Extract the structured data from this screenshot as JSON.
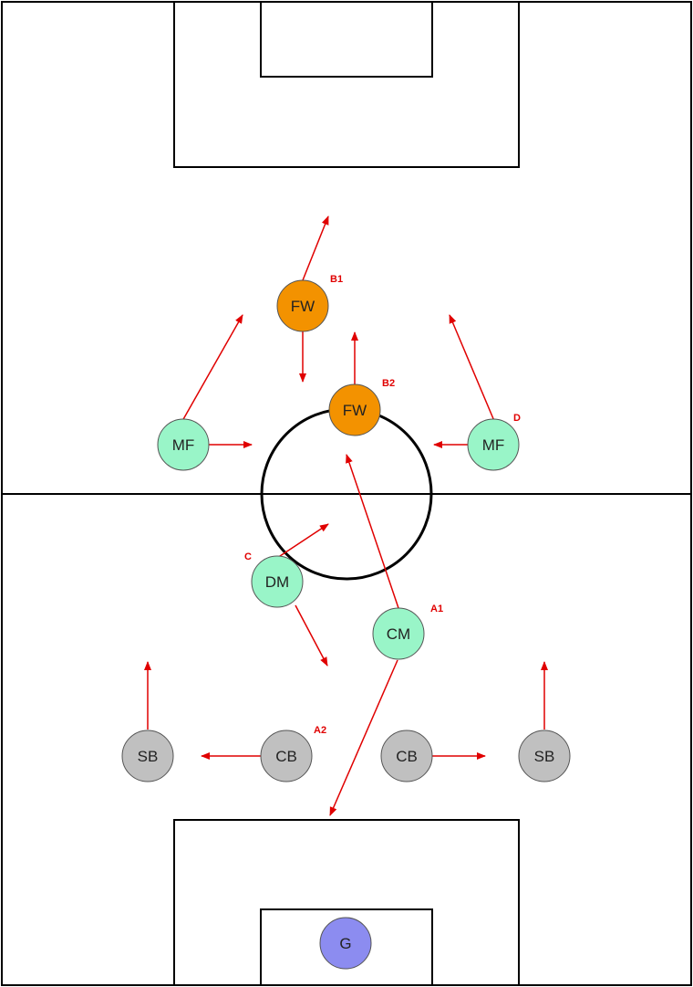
{
  "colors": {
    "line": "#000000",
    "arrow": "#e00000",
    "forward": "#f39200",
    "midfield": "#99f5c8",
    "defender": "#c0c0c0",
    "goalkeeper": "#8c8cf0",
    "player_stroke": "#555555"
  },
  "players": [
    {
      "id": "fw-b1",
      "label": "FW",
      "role": "forward"
    },
    {
      "id": "fw-b2",
      "label": "FW",
      "role": "forward"
    },
    {
      "id": "mf-left",
      "label": "MF",
      "role": "midfield"
    },
    {
      "id": "mf-right",
      "label": "MF",
      "role": "midfield"
    },
    {
      "id": "dm",
      "label": "DM",
      "role": "midfield"
    },
    {
      "id": "cm",
      "label": "CM",
      "role": "midfield"
    },
    {
      "id": "sb-left",
      "label": "SB",
      "role": "defender"
    },
    {
      "id": "cb-left",
      "label": "CB",
      "role": "defender"
    },
    {
      "id": "cb-right",
      "label": "CB",
      "role": "defender"
    },
    {
      "id": "sb-right",
      "label": "SB",
      "role": "defender"
    },
    {
      "id": "gk",
      "label": "G",
      "role": "goalkeeper"
    }
  ],
  "tags": {
    "b1": "B1",
    "b2": "B2",
    "d": "D",
    "c": "C",
    "a1": "A1",
    "a2": "A2"
  }
}
